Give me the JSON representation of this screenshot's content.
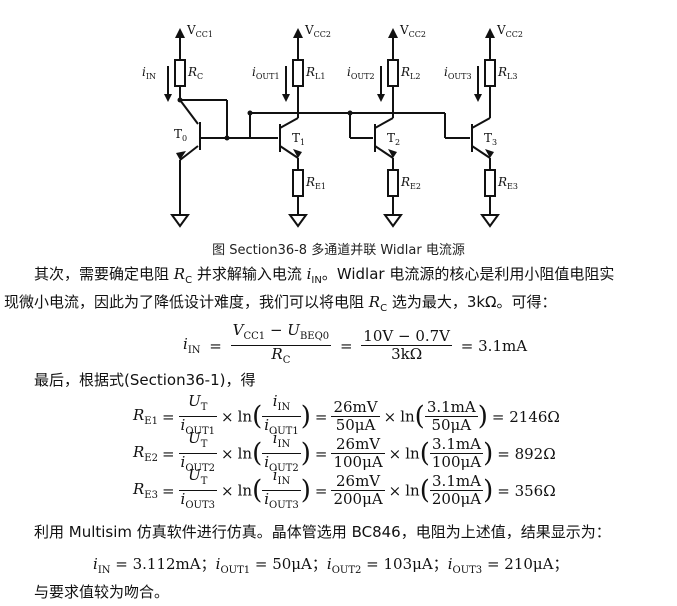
{
  "figure": {
    "vcc_labels": [
      "V",
      "CC1",
      "V",
      "CC2",
      "V",
      "CC2",
      "V",
      "CC2"
    ],
    "current_labels": [
      "i",
      "IN",
      "i",
      "OUT1",
      "i",
      "OUT2",
      "i",
      "OUT3"
    ],
    "resistor_top": [
      "R",
      "C",
      "R",
      "L1",
      "R",
      "L2",
      "R",
      "L3"
    ],
    "resistor_bottom": [
      "R",
      "E1",
      "R",
      "E2",
      "R",
      "E3"
    ],
    "transistors": [
      "T",
      "0",
      "T",
      "1",
      "T",
      "2",
      "T",
      "3"
    ],
    "caption": "图 Section36-8  多通道并联 Widlar 电流源"
  },
  "text": {
    "p1_a": "其次，需要确定电阻 ",
    "p1_r": "R",
    "p1_rsub": "C",
    "p1_b": " 并求解输入电流 ",
    "p1_i": "i",
    "p1_isub": "IN",
    "p1_c": "。Widlar 电流源的核心是利用小阻值电阻实",
    "p2_a": "现微小电流，因此为了降低设计难度，我们可以将电阻 ",
    "p2_r": "R",
    "p2_rsub": "C",
    "p2_b": " 选为最大，3kΩ。可得：",
    "p3": "最后，根据式(Section36-1)，得",
    "p4": "利用 Multisim 仿真软件进行仿真。晶体管选用 BC846，电阻为上述值，结果显示为：",
    "p5": "与要求值较为吻合。"
  },
  "eq_iin": {
    "lhs": "i",
    "lhs_sub": "IN",
    "num1": "V",
    "num1_sub": "CC1",
    "minus": " − ",
    "num1b": "U",
    "num1b_sub": "BEQ0",
    "den1": "R",
    "den1_sub": "C",
    "num2": "10V − 0.7V",
    "den2": "3kΩ",
    "result": "= 3.1mA"
  },
  "eq_re": [
    {
      "lhs": "R",
      "lhs_sub": "E1",
      "ut": "U",
      "ut_sub": "T",
      "io": "i",
      "io_sub": "OUT1",
      "iin": "i",
      "iin_sub": "IN",
      "num": "26mV",
      "den": "50μA",
      "lnnum": "3.1mA",
      "lnden": "50μA",
      "result": "= 2146Ω"
    },
    {
      "lhs": "R",
      "lhs_sub": "E2",
      "ut": "U",
      "ut_sub": "T",
      "io": "i",
      "io_sub": "OUT2",
      "iin": "i",
      "iin_sub": "IN",
      "num": "26mV",
      "den": "100μA",
      "lnnum": "3.1mA",
      "lnden": "100μA",
      "result": "= 892Ω"
    },
    {
      "lhs": "R",
      "lhs_sub": "E3",
      "ut": "U",
      "ut_sub": "T",
      "io": "i",
      "io_sub": "OUT3",
      "iin": "i",
      "iin_sub": "IN",
      "num": "26mV",
      "den": "200μA",
      "lnnum": "3.1mA",
      "lnden": "200μA",
      "result": "= 356Ω"
    }
  ],
  "ops": {
    "times": "×",
    "ln": "ln",
    "eq": "=",
    "lp": "(",
    "rp": ")"
  },
  "results_line": {
    "parts": [
      {
        "v": "i",
        "s": "IN",
        "t": " = 3.112mA；"
      },
      {
        "v": "i",
        "s": "OUT1",
        "t": " = 50μA；"
      },
      {
        "v": "i",
        "s": "OUT2",
        "t": " = 103μA；"
      },
      {
        "v": "i",
        "s": "OUT3",
        "t": " = 210μA；"
      }
    ]
  }
}
